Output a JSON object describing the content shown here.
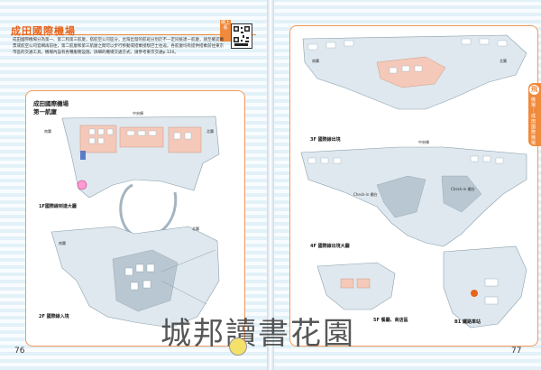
{
  "left_page": {
    "title": "成田國際機場",
    "qr_label": "線上看",
    "intro": "成田國際機場分為第一、第二和第三航廈，搭航空公司區分，台灣出發的航班分別於不一定同抵達一航廈，請至確認機票或航空公司官網再前往，第二航廈和第三航廈之間可以步行移動或搭乘接駁巴士往返。各航廈均有提供搭乘前往東京市區的交通工具，機場內設有各種服務設施。詳細的機場交通方式，請參考東京交通p.120。",
    "map_title_line1": "成田國際機場",
    "map_title_line2": "第一航廈",
    "label_1f": "1F國際線到達大廳",
    "label_2f": "2F 國際線入境",
    "page_number": "76"
  },
  "right_page": {
    "label_3f": "3F 國際線出境",
    "label_4f": "4F 國際線出境大廳",
    "label_b1": "B1 鐵路車站",
    "label_5f": "5F 餐廳、商店區",
    "checkin_label_1": "Check-in 櫃台",
    "checkin_label_2": "Check-in 櫃台",
    "south_wing": "南翼",
    "north_wing": "北翼",
    "central": "中央棟",
    "page_number": "77",
    "tab_icon": "飛",
    "tab_text": "機場｜成田國際機場"
  },
  "watermark": "城邦讀書花園",
  "colors": {
    "accent": "#f08a3c",
    "title": "#e8641b"
  }
}
